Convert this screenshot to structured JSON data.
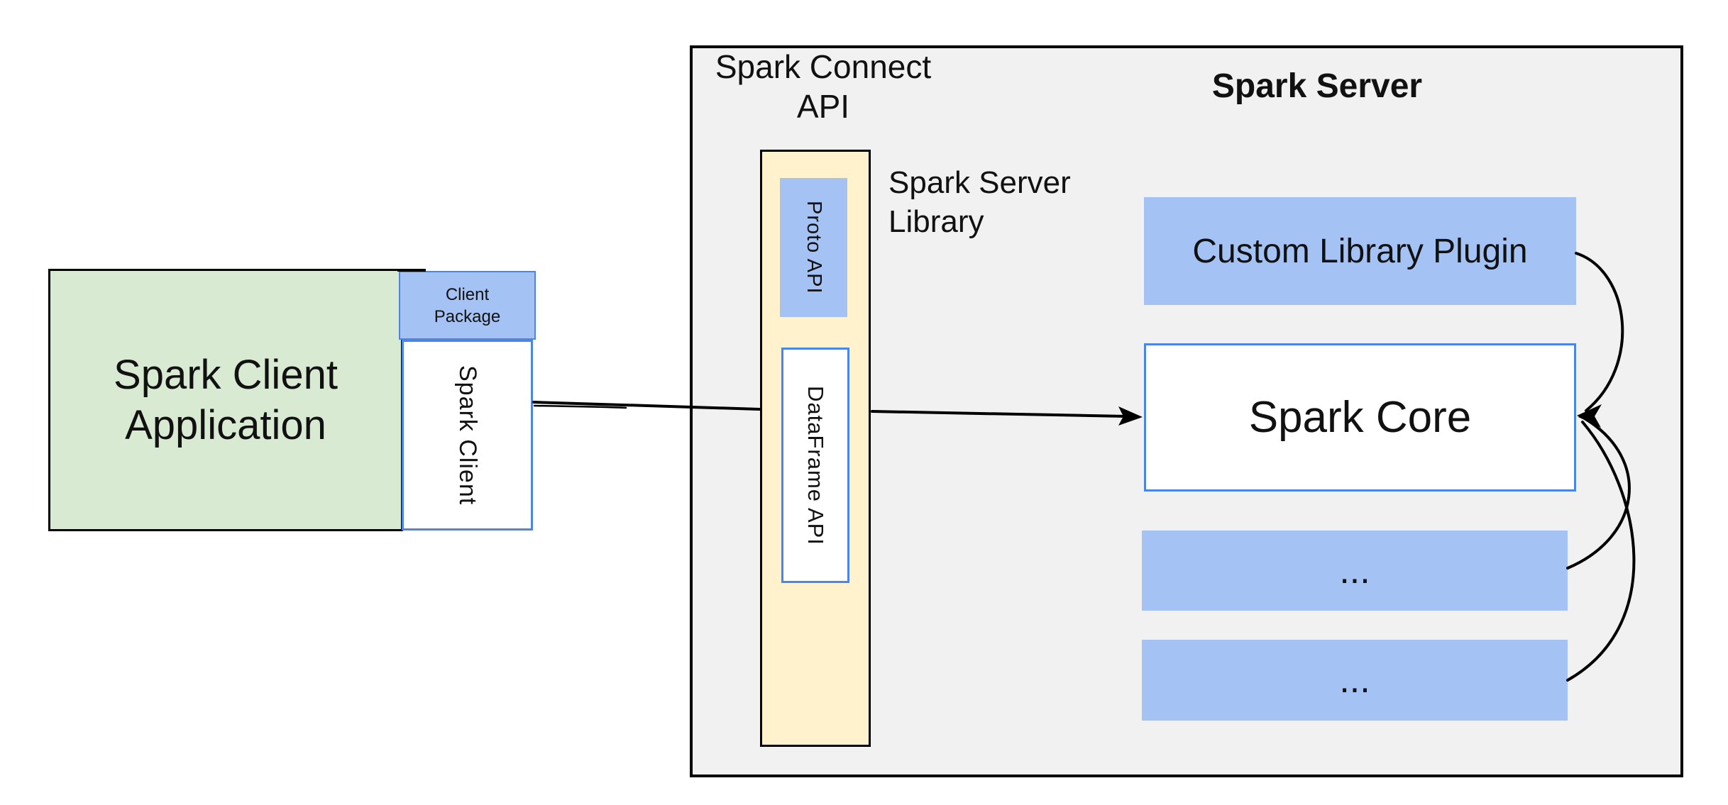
{
  "title": "Spark Connect architecture diagram",
  "colors": {
    "background": "#ffffff",
    "panel_gray_fill": "#f1f1f2",
    "panel_border": "#000000",
    "green_fill": "#d9ead3",
    "blue_fill": "#a4c2f4",
    "blue_border": "#4a86e8",
    "yellow_fill": "#fff2cc",
    "arrow_black": "#000000"
  },
  "client": {
    "app_lines": [
      "Spark Client",
      "Application"
    ],
    "package_lines": [
      "Client",
      "Package"
    ],
    "client_label": "Spark Client"
  },
  "connect": {
    "api_lines": [
      "Spark Connect",
      "API"
    ],
    "proto_label": "Proto API",
    "dataframe_label": "DataFrame API",
    "library_lines": [
      "Spark Server",
      "Library"
    ]
  },
  "server": {
    "title": "Spark Server",
    "plugin_label": "Custom Library Plugin",
    "core_label": "Spark Core",
    "more_label_1": "...",
    "more_label_2": "..."
  }
}
